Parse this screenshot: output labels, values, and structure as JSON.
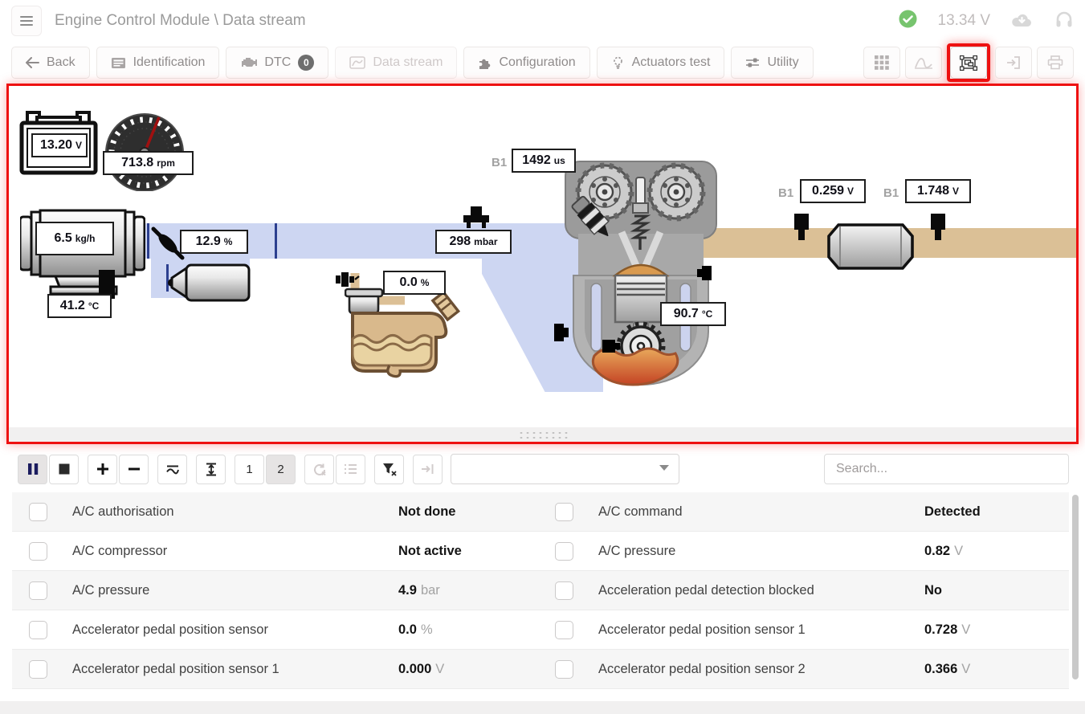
{
  "header": {
    "title": "Engine Control Module \\ Data stream",
    "voltage": "13.34 V"
  },
  "tabs": [
    {
      "label": "Back"
    },
    {
      "label": "Identification"
    },
    {
      "label": "DTC",
      "badge": "0"
    },
    {
      "label": "Data stream"
    },
    {
      "label": "Configuration"
    },
    {
      "label": "Actuators test"
    },
    {
      "label": "Utility"
    }
  ],
  "icons": {
    "back_arrow": "←",
    "status_check": "green-check-circle",
    "cloud": "cloud-download",
    "headset": "headset",
    "right_buttons": [
      "grid-view",
      "chart-view",
      "schematic-view",
      "export",
      "print"
    ]
  },
  "schematic": {
    "battery": {
      "value": "13.20",
      "unit": "V"
    },
    "rpm": {
      "value": "713.8",
      "unit": "rpm"
    },
    "maf": {
      "value": "6.5",
      "unit": "kg/h"
    },
    "intake_temp": {
      "value": "41.2",
      "unit": "°C"
    },
    "throttle": {
      "value": "12.9",
      "unit": "%"
    },
    "map": {
      "value": "298",
      "unit": "mbar"
    },
    "purge": {
      "value": "0.0",
      "unit": "%"
    },
    "injection": {
      "bank": "B1",
      "value": "1492",
      "unit": "us"
    },
    "coolant": {
      "value": "90.7",
      "unit": "°C"
    },
    "o2_upstream": {
      "bank": "B1",
      "value": "0.259",
      "unit": "V"
    },
    "o2_downstream": {
      "bank": "B1",
      "value": "1.748",
      "unit": "V"
    }
  },
  "toolbar": {
    "page1": "1",
    "page2": "2",
    "search_placeholder": "Search...",
    "dropdown_value": ""
  },
  "table": {
    "left": [
      {
        "name": "A/C authorisation",
        "value": "Not done",
        "unit": ""
      },
      {
        "name": "A/C compressor",
        "value": "Not active",
        "unit": ""
      },
      {
        "name": "A/C pressure",
        "value": "4.9",
        "unit": "bar"
      },
      {
        "name": "Accelerator pedal position sensor",
        "value": "0.0",
        "unit": "%"
      },
      {
        "name": "Accelerator pedal position sensor 1",
        "value": "0.000",
        "unit": "V"
      }
    ],
    "right": [
      {
        "name": "A/C command",
        "value": "Detected",
        "unit": ""
      },
      {
        "name": "A/C pressure",
        "value": "0.82",
        "unit": "V"
      },
      {
        "name": "Acceleration pedal detection blocked",
        "value": "No",
        "unit": ""
      },
      {
        "name": "Accelerator pedal position sensor 1",
        "value": "0.728",
        "unit": "V"
      },
      {
        "name": "Accelerator pedal position sensor 2",
        "value": "0.366",
        "unit": "V"
      }
    ]
  },
  "colors": {
    "highlight_red": "#ee1111",
    "intake_blue": "#cdd6f2",
    "exhaust_tan": "#dbc096",
    "status_green": "#77c46e"
  }
}
